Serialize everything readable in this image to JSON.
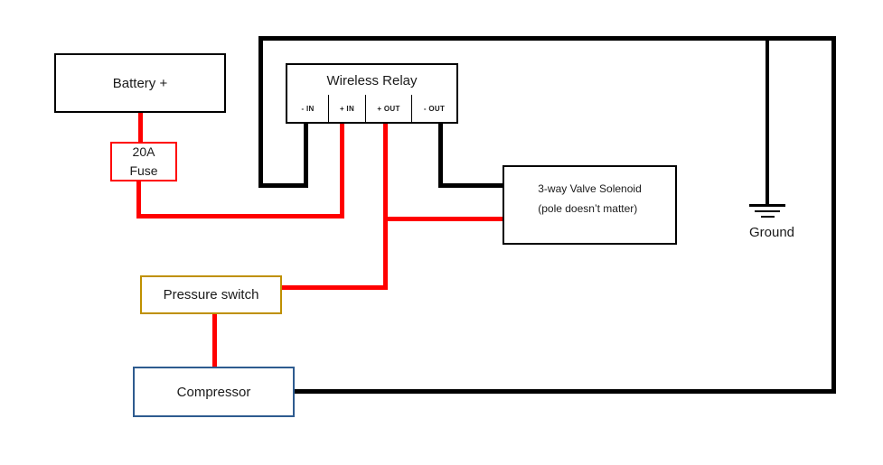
{
  "colors": {
    "wire_positive": "#FF0000",
    "wire_ground": "#000000",
    "box_border": "#000000",
    "fuse_border": "#FF0000",
    "pressure_border": "#BF9000",
    "compressor_border": "#2E5B8F"
  },
  "battery": {
    "label": "Battery +"
  },
  "fuse": {
    "line1": "20A",
    "line2": "Fuse"
  },
  "relay": {
    "title": "Wireless Relay",
    "terminals": [
      "- IN",
      "+ IN",
      "+ OUT",
      "- OUT"
    ]
  },
  "solenoid": {
    "line1": "3-way Valve Solenoid",
    "line2": "(pole doesn’t matter)"
  },
  "pressure_switch": {
    "label": "Pressure switch"
  },
  "compressor": {
    "label": "Compressor"
  },
  "ground": {
    "label": "Ground"
  }
}
